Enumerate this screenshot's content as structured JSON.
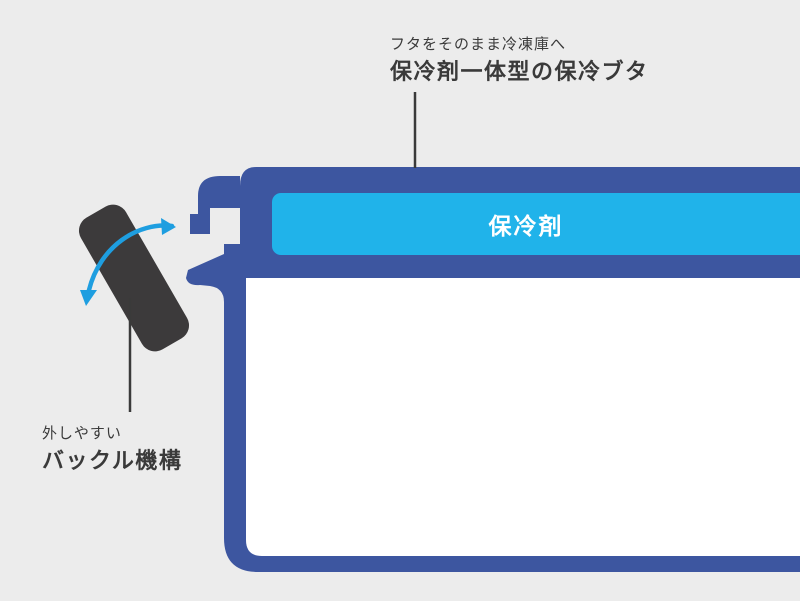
{
  "lid_callout": {
    "subtitle": "フタをそのまま冷凍庫へ",
    "title": "保冷剤一体型の保冷ブタ"
  },
  "buckle_callout": {
    "subtitle": "外しやすい",
    "title": "バックル機構"
  },
  "coolant": {
    "label": "保冷剤"
  },
  "colors": {
    "background": "#ececec",
    "container_outline": "#3d56a0",
    "coolant_pack": "#20b3ea",
    "container_interior": "#ffffff",
    "buckle": "#3c3a3b",
    "motion_arrow": "#1e9ee0",
    "leader_line": "#3a3a3a",
    "text": "#3a3a3a"
  }
}
